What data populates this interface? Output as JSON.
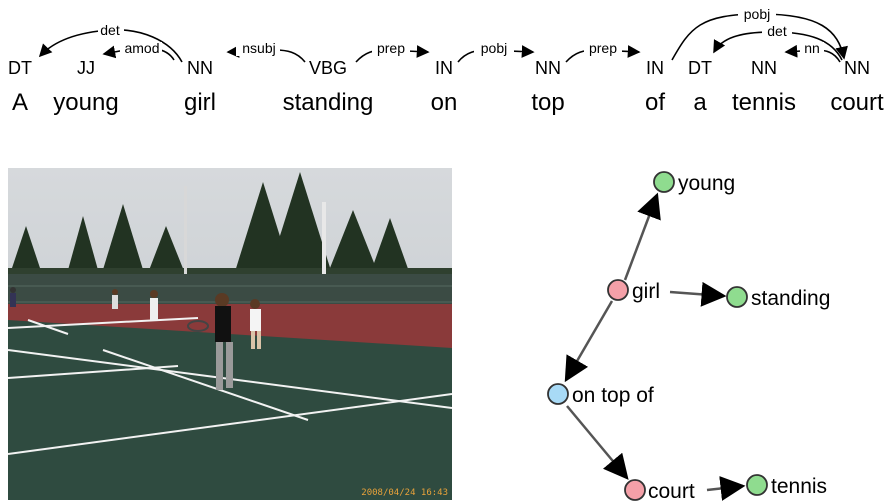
{
  "dependency_parse": {
    "tokens": [
      {
        "word": "A",
        "pos": "DT"
      },
      {
        "word": "young",
        "pos": "JJ"
      },
      {
        "word": "girl",
        "pos": "NN"
      },
      {
        "word": "standing",
        "pos": "VBG"
      },
      {
        "word": "on",
        "pos": "IN"
      },
      {
        "word": "top",
        "pos": "NN"
      },
      {
        "word": "of",
        "pos": "IN"
      },
      {
        "word": "a",
        "pos": "DT"
      },
      {
        "word": "tennis",
        "pos": "NN"
      },
      {
        "word": "court",
        "pos": "NN"
      }
    ],
    "arcs": [
      {
        "label": "det",
        "head": 2,
        "dep": 0
      },
      {
        "label": "amod",
        "head": 2,
        "dep": 1
      },
      {
        "label": "nsubj",
        "head": 3,
        "dep": 2
      },
      {
        "label": "prep",
        "head": 3,
        "dep": 4
      },
      {
        "label": "pobj",
        "head": 4,
        "dep": 5
      },
      {
        "label": "prep",
        "head": 5,
        "dep": 6
      },
      {
        "label": "pobj",
        "head": 6,
        "dep": 9
      },
      {
        "label": "det",
        "head": 9,
        "dep": 7
      },
      {
        "label": "nn",
        "head": 9,
        "dep": 8
      }
    ]
  },
  "photo": {
    "timestamp": "2008/04/24 16:43"
  },
  "scene_graph": {
    "nodes": [
      {
        "id": "young",
        "label": "young",
        "kind": "attribute",
        "color": "#8fdc8f"
      },
      {
        "id": "girl",
        "label": "girl",
        "kind": "object",
        "color": "#f4a0a8"
      },
      {
        "id": "standing",
        "label": "standing",
        "kind": "attribute",
        "color": "#8fdc8f"
      },
      {
        "id": "ontopof",
        "label": "on top of",
        "kind": "relation",
        "color": "#a8daf6"
      },
      {
        "id": "court",
        "label": "court",
        "kind": "object",
        "color": "#f4a0a8"
      },
      {
        "id": "tennis",
        "label": "tennis",
        "kind": "attribute",
        "color": "#8fdc8f"
      }
    ],
    "edges": [
      {
        "from": "girl",
        "to": "young"
      },
      {
        "from": "girl",
        "to": "standing"
      },
      {
        "from": "girl",
        "to": "ontopof"
      },
      {
        "from": "ontopof",
        "to": "court"
      },
      {
        "from": "court",
        "to": "tennis"
      }
    ]
  }
}
